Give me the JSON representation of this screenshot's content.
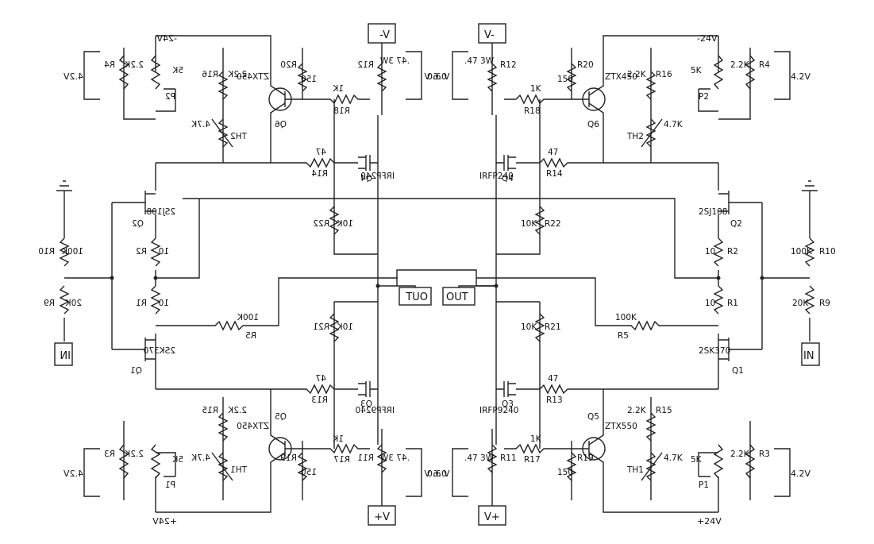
{
  "schematic": {
    "mirrored_labels": {
      "neg_rail": "-24V",
      "pos_rail": "+24V",
      "v_minus": "V-",
      "v_plus": "V+",
      "out": "OUT",
      "in": "IN",
      "volt_42": "4.2V",
      "volt_06": "0.6 V",
      "R4": "R4",
      "R4v": "2.2K",
      "R3": "R3",
      "R3v": "2.2K",
      "P2": "P2",
      "P2v": "5K",
      "P1": "P1",
      "P1v": "5K",
      "R16": "R16",
      "R16v": "2.2K",
      "R15": "R15",
      "R15v": "2.2K",
      "TH2": "TH2",
      "TH2v": "4.7K",
      "TH1": "TH1",
      "TH1v": "4.7K",
      "R20": "R20",
      "R20v": "150",
      "R19": "R19",
      "R19v": "150",
      "Q6": "Q6",
      "Q6t": "ZTX450",
      "Q5": "Q5",
      "Q5t": "ZTX450",
      "R12": "R12",
      "R12v": ".47 3W",
      "R11": "R11",
      "R11v": ".47 3W",
      "R18": "R18",
      "R18v": "1K",
      "R17": "R17",
      "R17v": "1K",
      "Q4": "Q4",
      "Q4t": "IRFP240",
      "Q3": "Q3",
      "Q3t": "IRFP9240",
      "R14": "R14",
      "R14v": "47",
      "R13": "R13",
      "R13v": "47",
      "R22": "R22",
      "R22v": "10K",
      "R21": "R21",
      "R21v": "10K",
      "Q2": "Q2",
      "Q2t": "2SJ108",
      "Q1": "Q1",
      "Q1t": "2SK370",
      "R2": "R2",
      "R2v": "10",
      "R1": "R1",
      "R1v": "10",
      "R10": "R10",
      "R10v": "100K",
      "R9": "R9",
      "R9v": "20K",
      "R5": "R5",
      "R5v": "100K"
    },
    "normal_labels": {
      "neg_rail": "-24V",
      "pos_rail": "+24V",
      "v_minus": "V-",
      "v_plus": "V+",
      "out": "OUT",
      "in": "IN",
      "volt_42": "4.2V",
      "volt_06": "0.6 V",
      "R4": "R4",
      "R4v": "2.2K",
      "R3": "R3",
      "R3v": "2.2K",
      "P2": "P2",
      "P2v": "5K",
      "P1": "P1",
      "P1v": "5K",
      "R16": "R16",
      "R16v": "2.2K",
      "R15": "R15",
      "R15v": "2.2K",
      "TH2": "TH2",
      "TH2v": "4.7K",
      "TH1": "TH1",
      "TH1v": "4.7K",
      "R20": "R20",
      "R20v": "150",
      "R19": "R19",
      "R19v": "150",
      "Q6": "Q6",
      "Q6t": "ZTX450",
      "Q5": "Q5",
      "Q5t": "ZTX550",
      "R12": "R12",
      "R12v": ".47 3W",
      "R11": "R11",
      "R11v": ".47 3W",
      "R18": "R18",
      "R18v": "1K",
      "R17": "R17",
      "R17v": "1K",
      "Q4": "Q4",
      "Q4t": "IRFP240",
      "Q3": "Q3",
      "Q3t": "IRFP9240",
      "R14": "R14",
      "R14v": "47",
      "R13": "R13",
      "R13v": "47",
      "R22": "R22",
      "R22v": "10K",
      "R21": "R21",
      "R21v": "10K",
      "Q2": "Q2",
      "Q2t": "2SJ108",
      "Q1": "Q1",
      "Q1t": "2SK370",
      "R2": "R2",
      "R2v": "10",
      "R1": "R1",
      "R1v": "10",
      "R10": "R10",
      "R10v": "100K",
      "R9": "R9",
      "R9v": "20K",
      "R5": "R5",
      "R5v": "100K"
    }
  }
}
